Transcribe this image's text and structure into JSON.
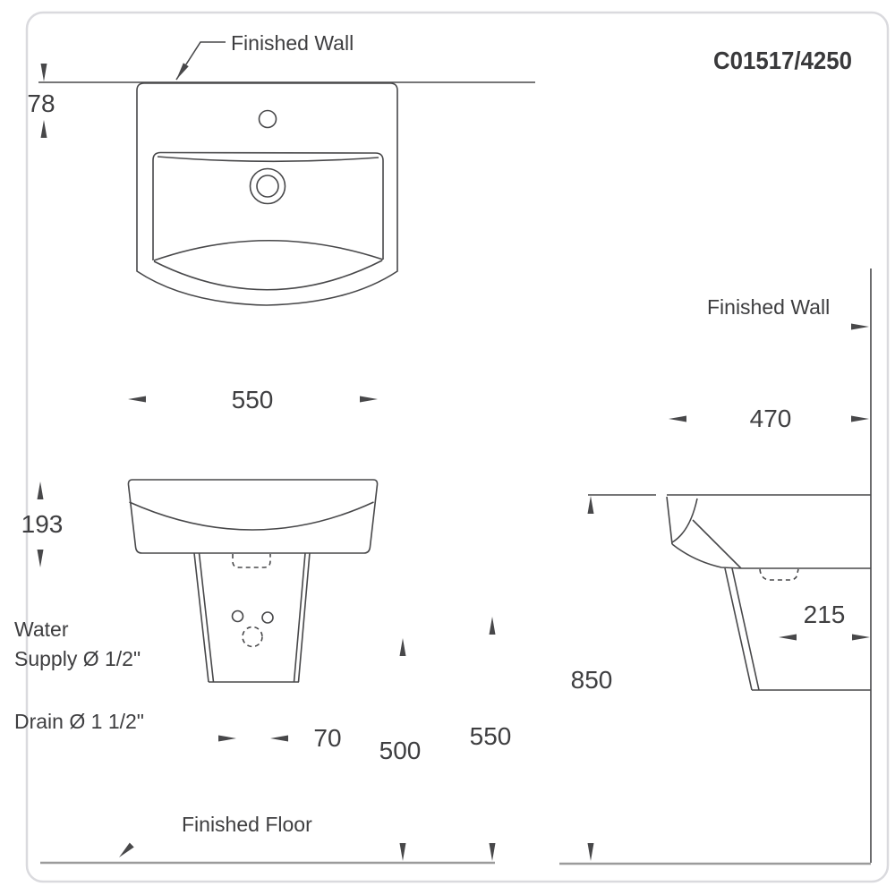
{
  "drawing": {
    "model_number": "C01517/4250",
    "labels": {
      "finished_wall_top": "Finished Wall",
      "finished_wall_side": "Finished Wall",
      "finished_floor": "Finished Floor",
      "water_supply_line1": "Water",
      "water_supply_line2": "Supply Ø 1/2\"",
      "drain": "Drain Ø 1 1/2\""
    },
    "dimensions": {
      "faucet_hole_to_wall": "78",
      "basin_width": "550",
      "basin_front_height": "193",
      "supply_hole_spacing": "70",
      "drain_height_from_floor": "500",
      "supply_height_from_floor": "550",
      "rim_height_from_floor": "850",
      "basin_depth_from_wall": "470",
      "pedestal_depth_from_wall": "215"
    },
    "colors": {
      "line": "#48484a",
      "text": "#3e3e40",
      "floor_line": "#9b9b9b",
      "frame_border": "#dadade",
      "background": "#ffffff"
    }
  }
}
